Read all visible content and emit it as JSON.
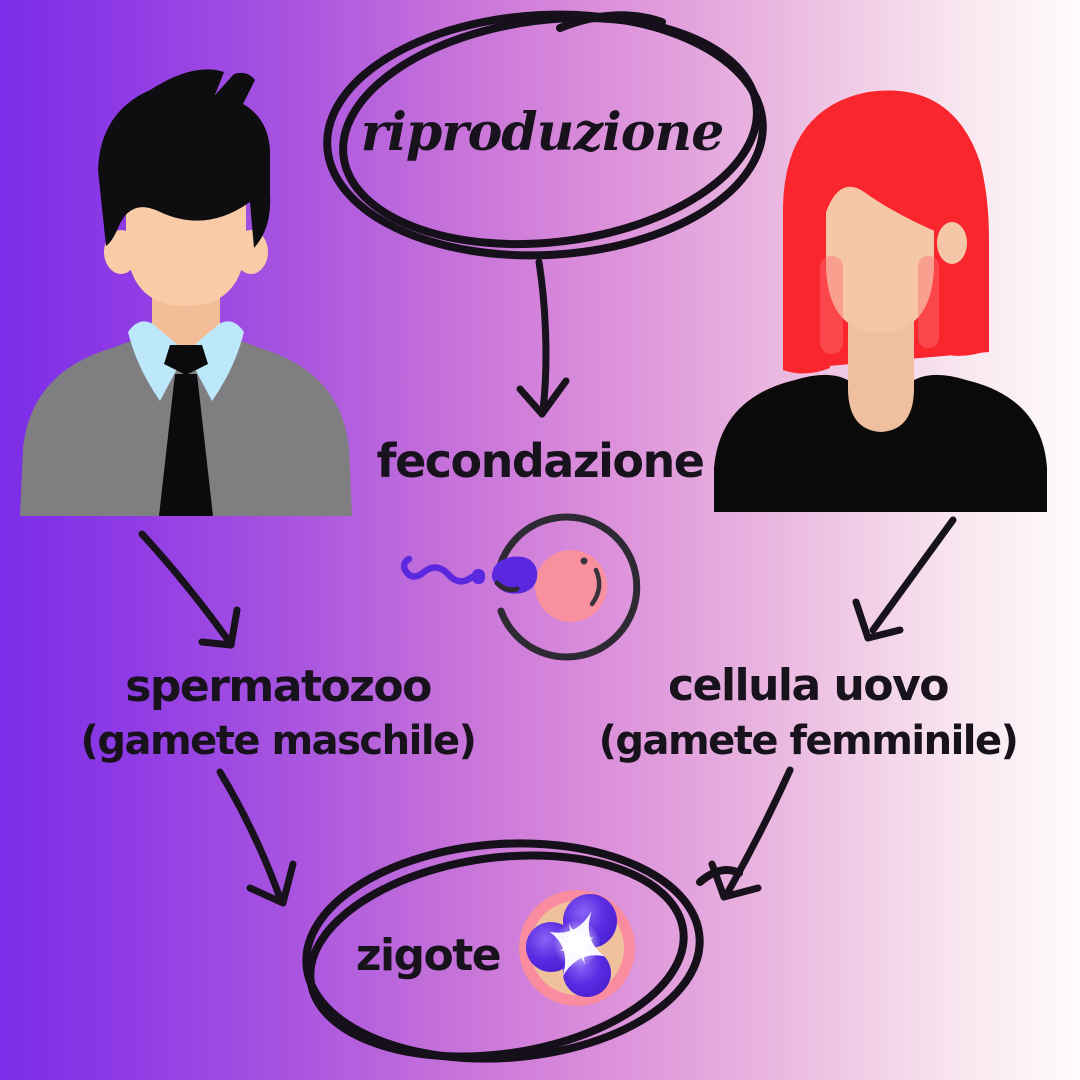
{
  "diagram": {
    "title": "riproduzione",
    "fertilization_label": "fecondazione",
    "male_gamete": {
      "line1": "spermatozoo",
      "line2": "(gamete maschile)"
    },
    "female_gamete": {
      "line1": "cellula uovo",
      "line2": "(gamete femminile)"
    },
    "result_label": "zigote"
  },
  "icons": {
    "man": "man-avatar-icon",
    "woman": "woman-avatar-icon",
    "fertilization": "sperm-egg-fertilization-icon",
    "zygote": "zygote-cell-icon",
    "arrows": [
      "arrow-title-to-fecondazione",
      "arrow-man-to-spermatozoo",
      "arrow-woman-to-cellula-uovo",
      "arrow-spermatozoo-to-zigote",
      "arrow-cellula-uovo-to-zigote"
    ]
  },
  "colors": {
    "background_left": "#7a2de8",
    "background_right": "#fffcfd",
    "ink": "#17121c",
    "man_hair": "#0e0d10",
    "man_skin": "#f9cba7",
    "man_neck": "#f3be97",
    "man_collar": "#bde7fb",
    "man_tie": "#0b0a0c",
    "man_shirt": "#7f7f81",
    "woman_hair": "#f9262d",
    "woman_skin": "#f5c7a8",
    "woman_neck": "#efbfa0",
    "woman_top": "#0a0a0a",
    "sperm": "#5a28df",
    "egg": "#f9909e",
    "cell_outline": "#2e2a33",
    "zygote_ring": "#f98c9e",
    "zygote_inner": "#efc19c",
    "zygote_cells": "#5a2be2"
  }
}
